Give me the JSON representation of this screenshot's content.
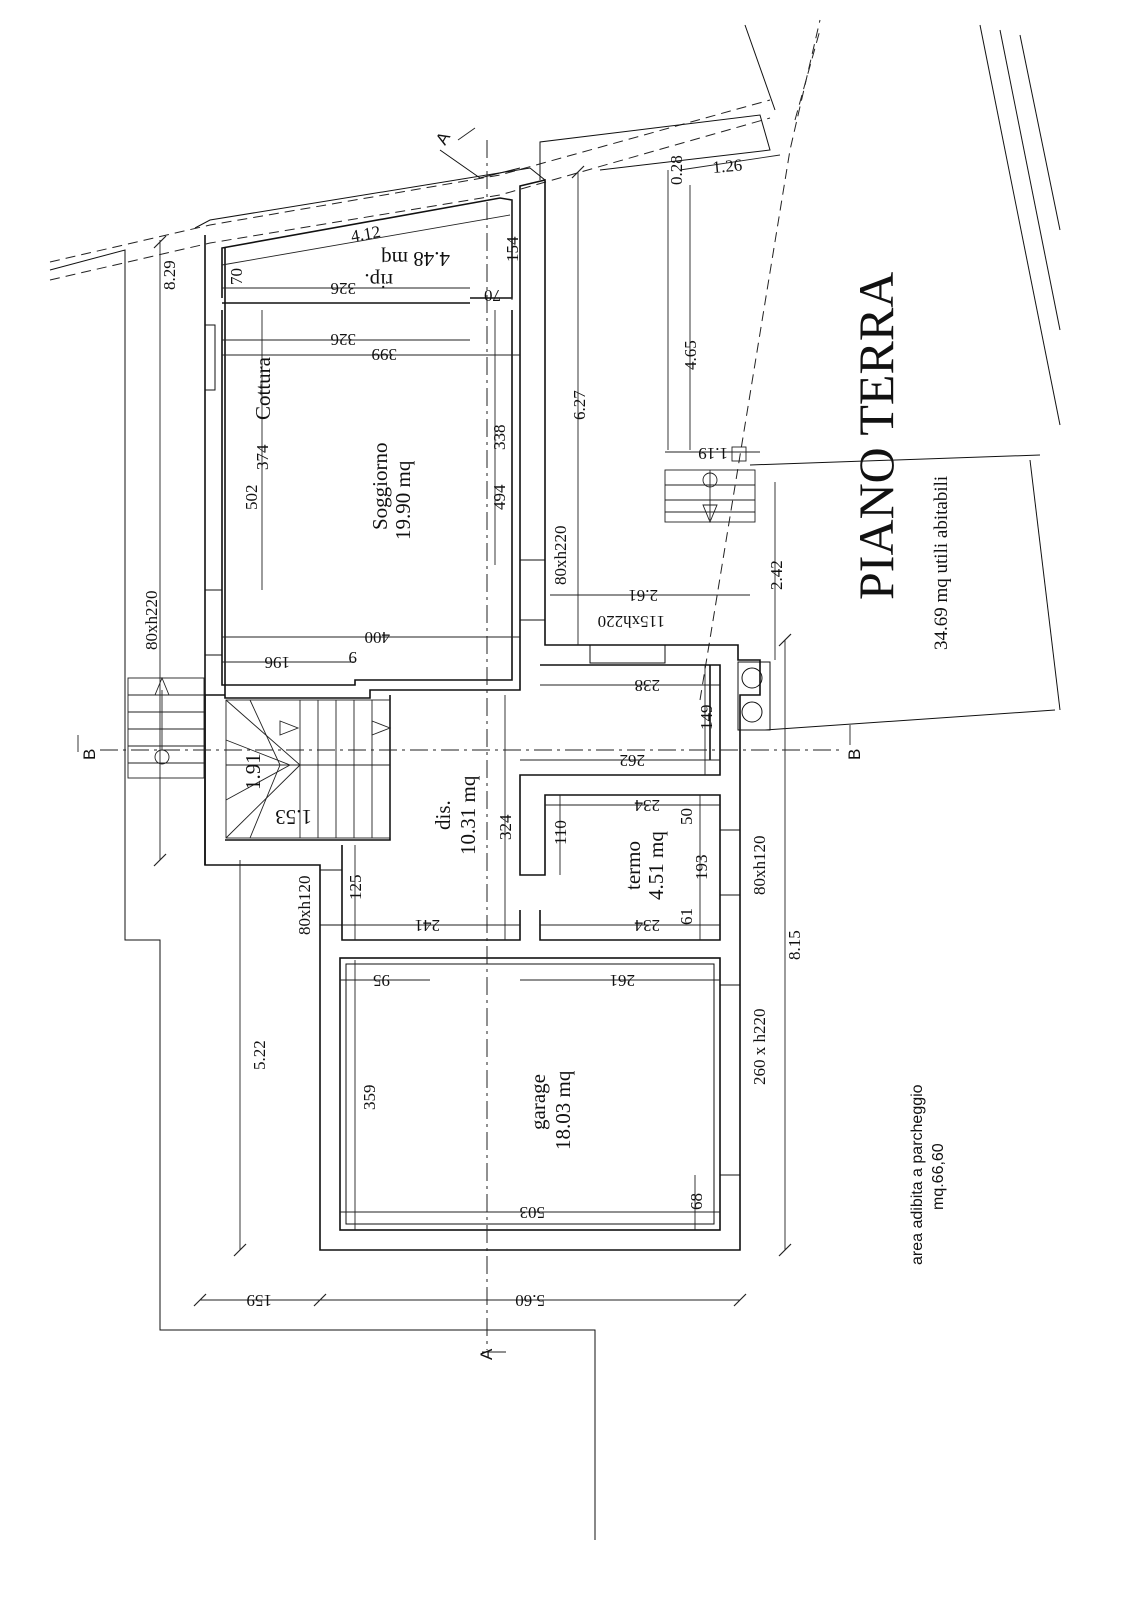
{
  "title": "PIANO TERRA",
  "subtitle": "34.69 mq utili abitabili",
  "parking_note": {
    "line1": "area adibita a parcheggio",
    "line2": "mq.66,60"
  },
  "section_marks": {
    "a_top": "A",
    "a_bottom": "A",
    "b_left": "B",
    "b_right": "B"
  },
  "rooms": {
    "soggiorno": {
      "name": "Soggiorno",
      "area": "19.90 mq"
    },
    "ripostiglio": {
      "name": "rip.",
      "area": "4.48 mq"
    },
    "cottura": {
      "name": "Cottura"
    },
    "disimpegno": {
      "name": "dis.",
      "area": "10.31 mq"
    },
    "termo": {
      "name": "termo",
      "area": "4.51 mq"
    },
    "garage": {
      "name": "garage",
      "area": "18.03 mq"
    }
  },
  "openings": {
    "left_entry": "80xh220",
    "soggiorno_door": "80xh220",
    "dis_window": "80xh120",
    "termo_window": "80xh120",
    "garage_door": "260 x h220",
    "dis_door": "115xh220"
  },
  "dimensions": {
    "d_412": "4.12",
    "d_154": "154",
    "d_70a": "70",
    "d_326a": "326",
    "d_70b": "70",
    "d_326b": "326",
    "d_399": "399",
    "d_374": "374",
    "d_502": "502",
    "d_338": "338",
    "d_494": "494",
    "d_400": "400",
    "d_196": "196",
    "d_9": "9",
    "d_829": "8.29",
    "d_627": "6.27",
    "d_465": "4.65",
    "d_028": "0.28",
    "d_126": "1.26",
    "d_119": "1.19",
    "d_242": "2.42",
    "d_261a": "2.61",
    "d_238": "238",
    "d_149": "149",
    "d_262": "262",
    "d_191": "1.91",
    "d_153": "1.53",
    "d_324": "324",
    "d_234a": "234",
    "d_50": "50",
    "d_110": "110",
    "d_193": "193",
    "d_125": "125",
    "d_241": "241",
    "d_234b": "234",
    "d_61": "61",
    "d_95": "95",
    "d_261b": "261",
    "d_359": "359",
    "d_503": "503",
    "d_68": "68",
    "d_815": "8.15",
    "d_522": "5.22",
    "d_159": "159",
    "d_560": "5.60"
  }
}
